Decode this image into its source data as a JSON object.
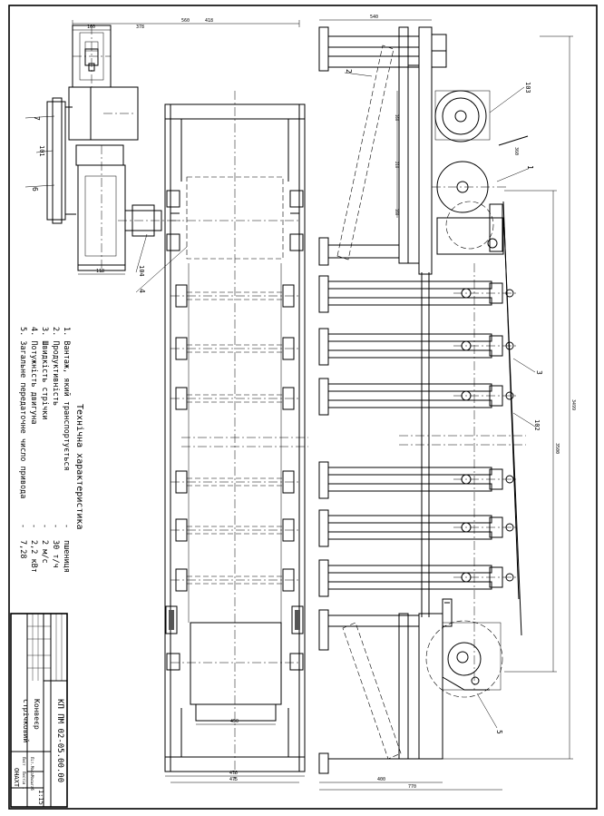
{
  "tech": {
    "title": "Технічна характеристика",
    "rows": [
      {
        "label": "1. Вантаж, який транспортується",
        "sep": "-",
        "value": "пшениця"
      },
      {
        "label": "2. Продуктивність",
        "sep": "-",
        "value": "30 т/ч"
      },
      {
        "label": "3. Швидкість стрічки",
        "sep": "-",
        "value": "2 м/с"
      },
      {
        "label": "4. Потужність двигуна",
        "sep": "-",
        "value": "2,2 кВт"
      },
      {
        "label": "5. Загальне передаточне число привода",
        "sep": "-",
        "value": "7,28"
      }
    ]
  },
  "title_block": {
    "designation": "КП ПМ 02-05.00.00",
    "name_line1": "Конвеєр",
    "name_line2": "стрічковий",
    "org": "ОНАХТ",
    "scale_label": "1:15",
    "col_labels": [
      "Літ.",
      "Маса",
      "Масштаб"
    ],
    "sheet_label": "Лист",
    "sheets_label": "Листів 1"
  },
  "callouts": {
    "n1": "1",
    "n2": "2",
    "n3": "3",
    "n4": "4",
    "n5": "5",
    "n6": "6",
    "n7": "7",
    "n101": "101",
    "n102": "102",
    "n103": "103",
    "n104": "104"
  },
  "dims": {
    "d560": "560",
    "d540": "540",
    "d418": "418",
    "d400": "400",
    "d470": "470",
    "d475": "475",
    "d3499": "3499",
    "d3500": "3500",
    "d160": "160",
    "d118": "118",
    "d450": "450",
    "d360": "360",
    "d770": "770"
  }
}
